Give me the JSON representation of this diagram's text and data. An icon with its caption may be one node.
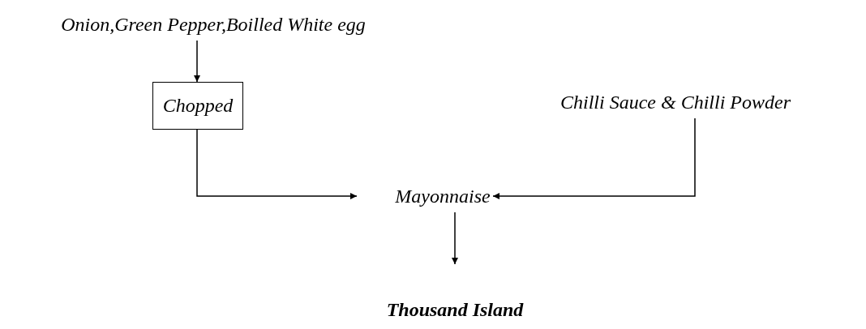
{
  "diagram": {
    "nodes": [
      {
        "text": [
          "Onion,Green Pepper,Boilled White egg"
        ]
      },
      {
        "text": [
          "Chopped"
        ]
      },
      {
        "text": [
          "Chilli Sauce & Chilli Powder"
        ]
      },
      {
        "text": [
          "Mayonnaise"
        ]
      },
      {
        "text": [
          "Thousand Island"
        ]
      }
    ],
    "edges": [
      {
        "from": 0,
        "to": 1,
        "arrow": "to"
      },
      {
        "from": 1,
        "to": 3,
        "arrow": "to"
      },
      {
        "from": 2,
        "to": 3,
        "arrow": "to"
      },
      {
        "from": 3,
        "to": 4,
        "arrow": "to"
      }
    ]
  }
}
